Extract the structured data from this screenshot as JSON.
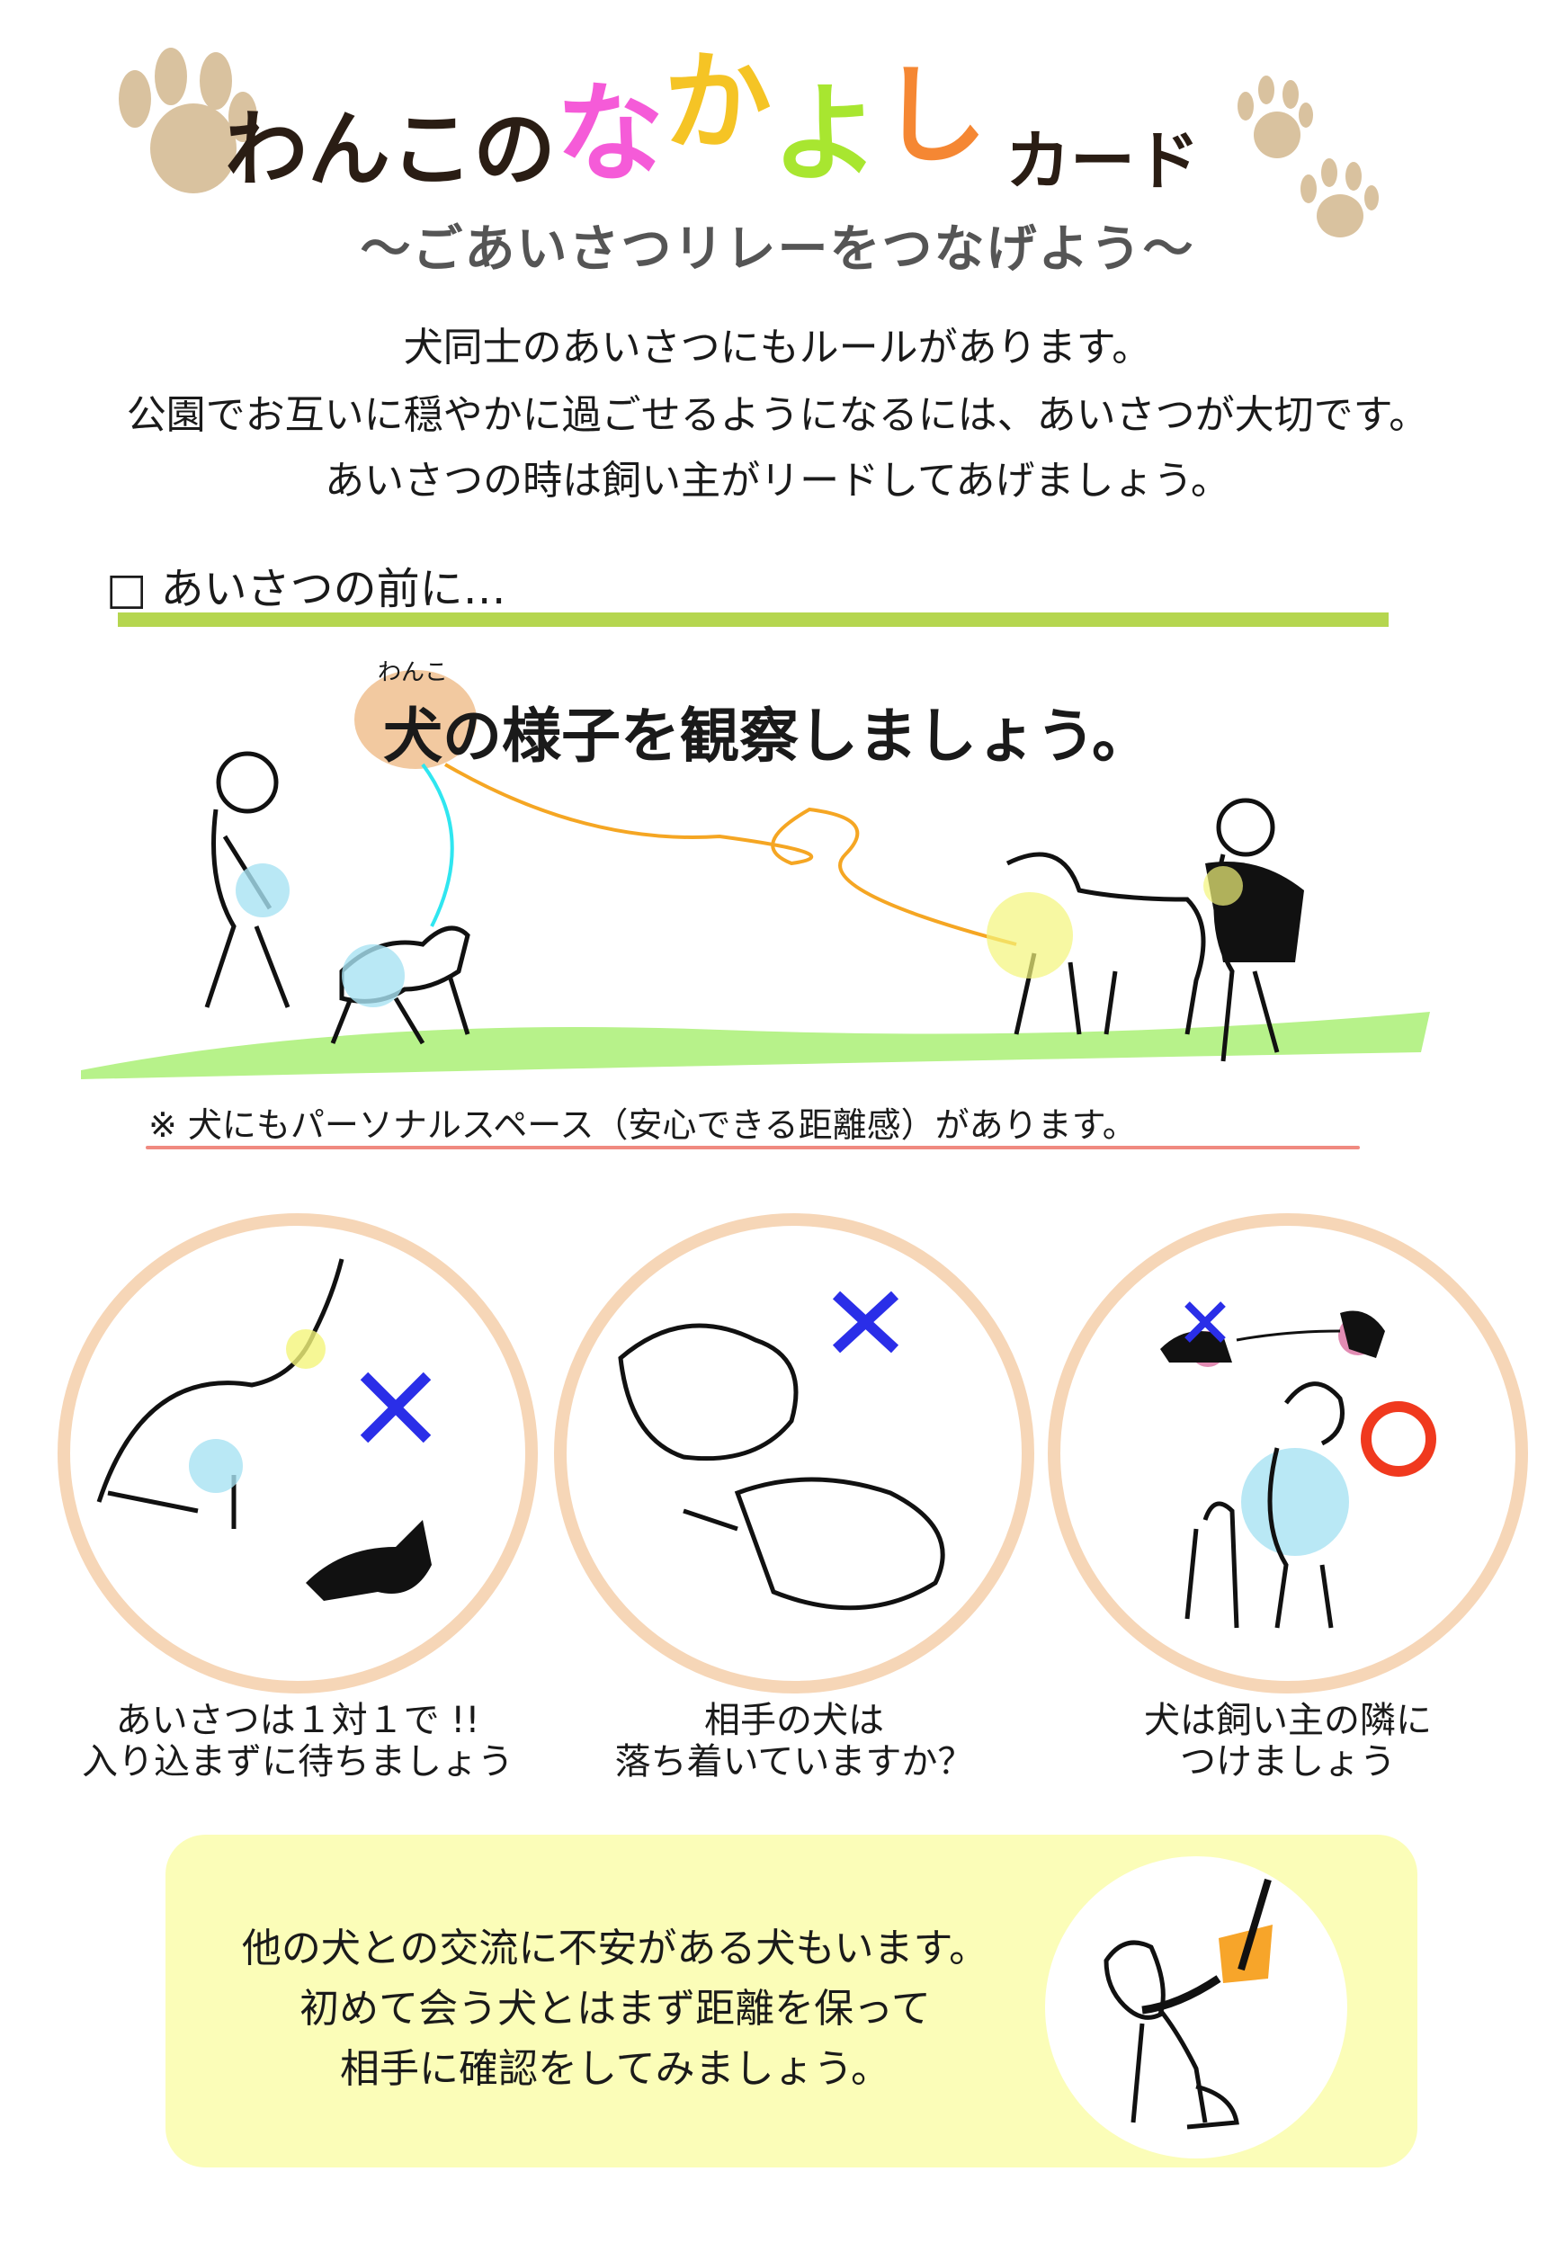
{
  "title": {
    "part1": "わんこの",
    "na": "な",
    "ka": "か",
    "yo": "よ",
    "shi": "し",
    "part2": "カード",
    "colors": {
      "na": "#f55bd8",
      "ka": "#f5c425",
      "yo": "#a8e630",
      "shi": "#f58733",
      "paw": "#d9c29f"
    }
  },
  "subtitle": "〜ごあいさつリレーをつなげよう〜",
  "intro": [
    "犬同士のあいさつにもルールがあります。",
    "公園でお互いに穏やかに過ごせるようになるには、あいさつが大切です。",
    "あいさつの時は飼い主がリードしてあげましょう。"
  ],
  "section": {
    "checkbox": "□",
    "heading": "あいさつの前に…"
  },
  "observe": {
    "ruby": "わんこ",
    "text": "犬の様子を観察しましょう。"
  },
  "note": "※ 犬にもパーソナルスペース（安心できる距離感）があります。",
  "cases": [
    {
      "mark": "×",
      "caption": [
        "あいさつは１対１で !!",
        "入り込まずに待ちましょう"
      ]
    },
    {
      "mark": "×",
      "caption": [
        "相手の犬は",
        "落ち着いていますか？"
      ]
    },
    {
      "mark": "○",
      "caption": [
        "犬は飼い主の隣に",
        "つけましょう"
      ]
    }
  ],
  "tip": [
    "他の犬との交流に不安がある犬もいます。",
    "初めて会う犬とはまず距離を保って",
    "相手に確認をしてみましょう。"
  ]
}
